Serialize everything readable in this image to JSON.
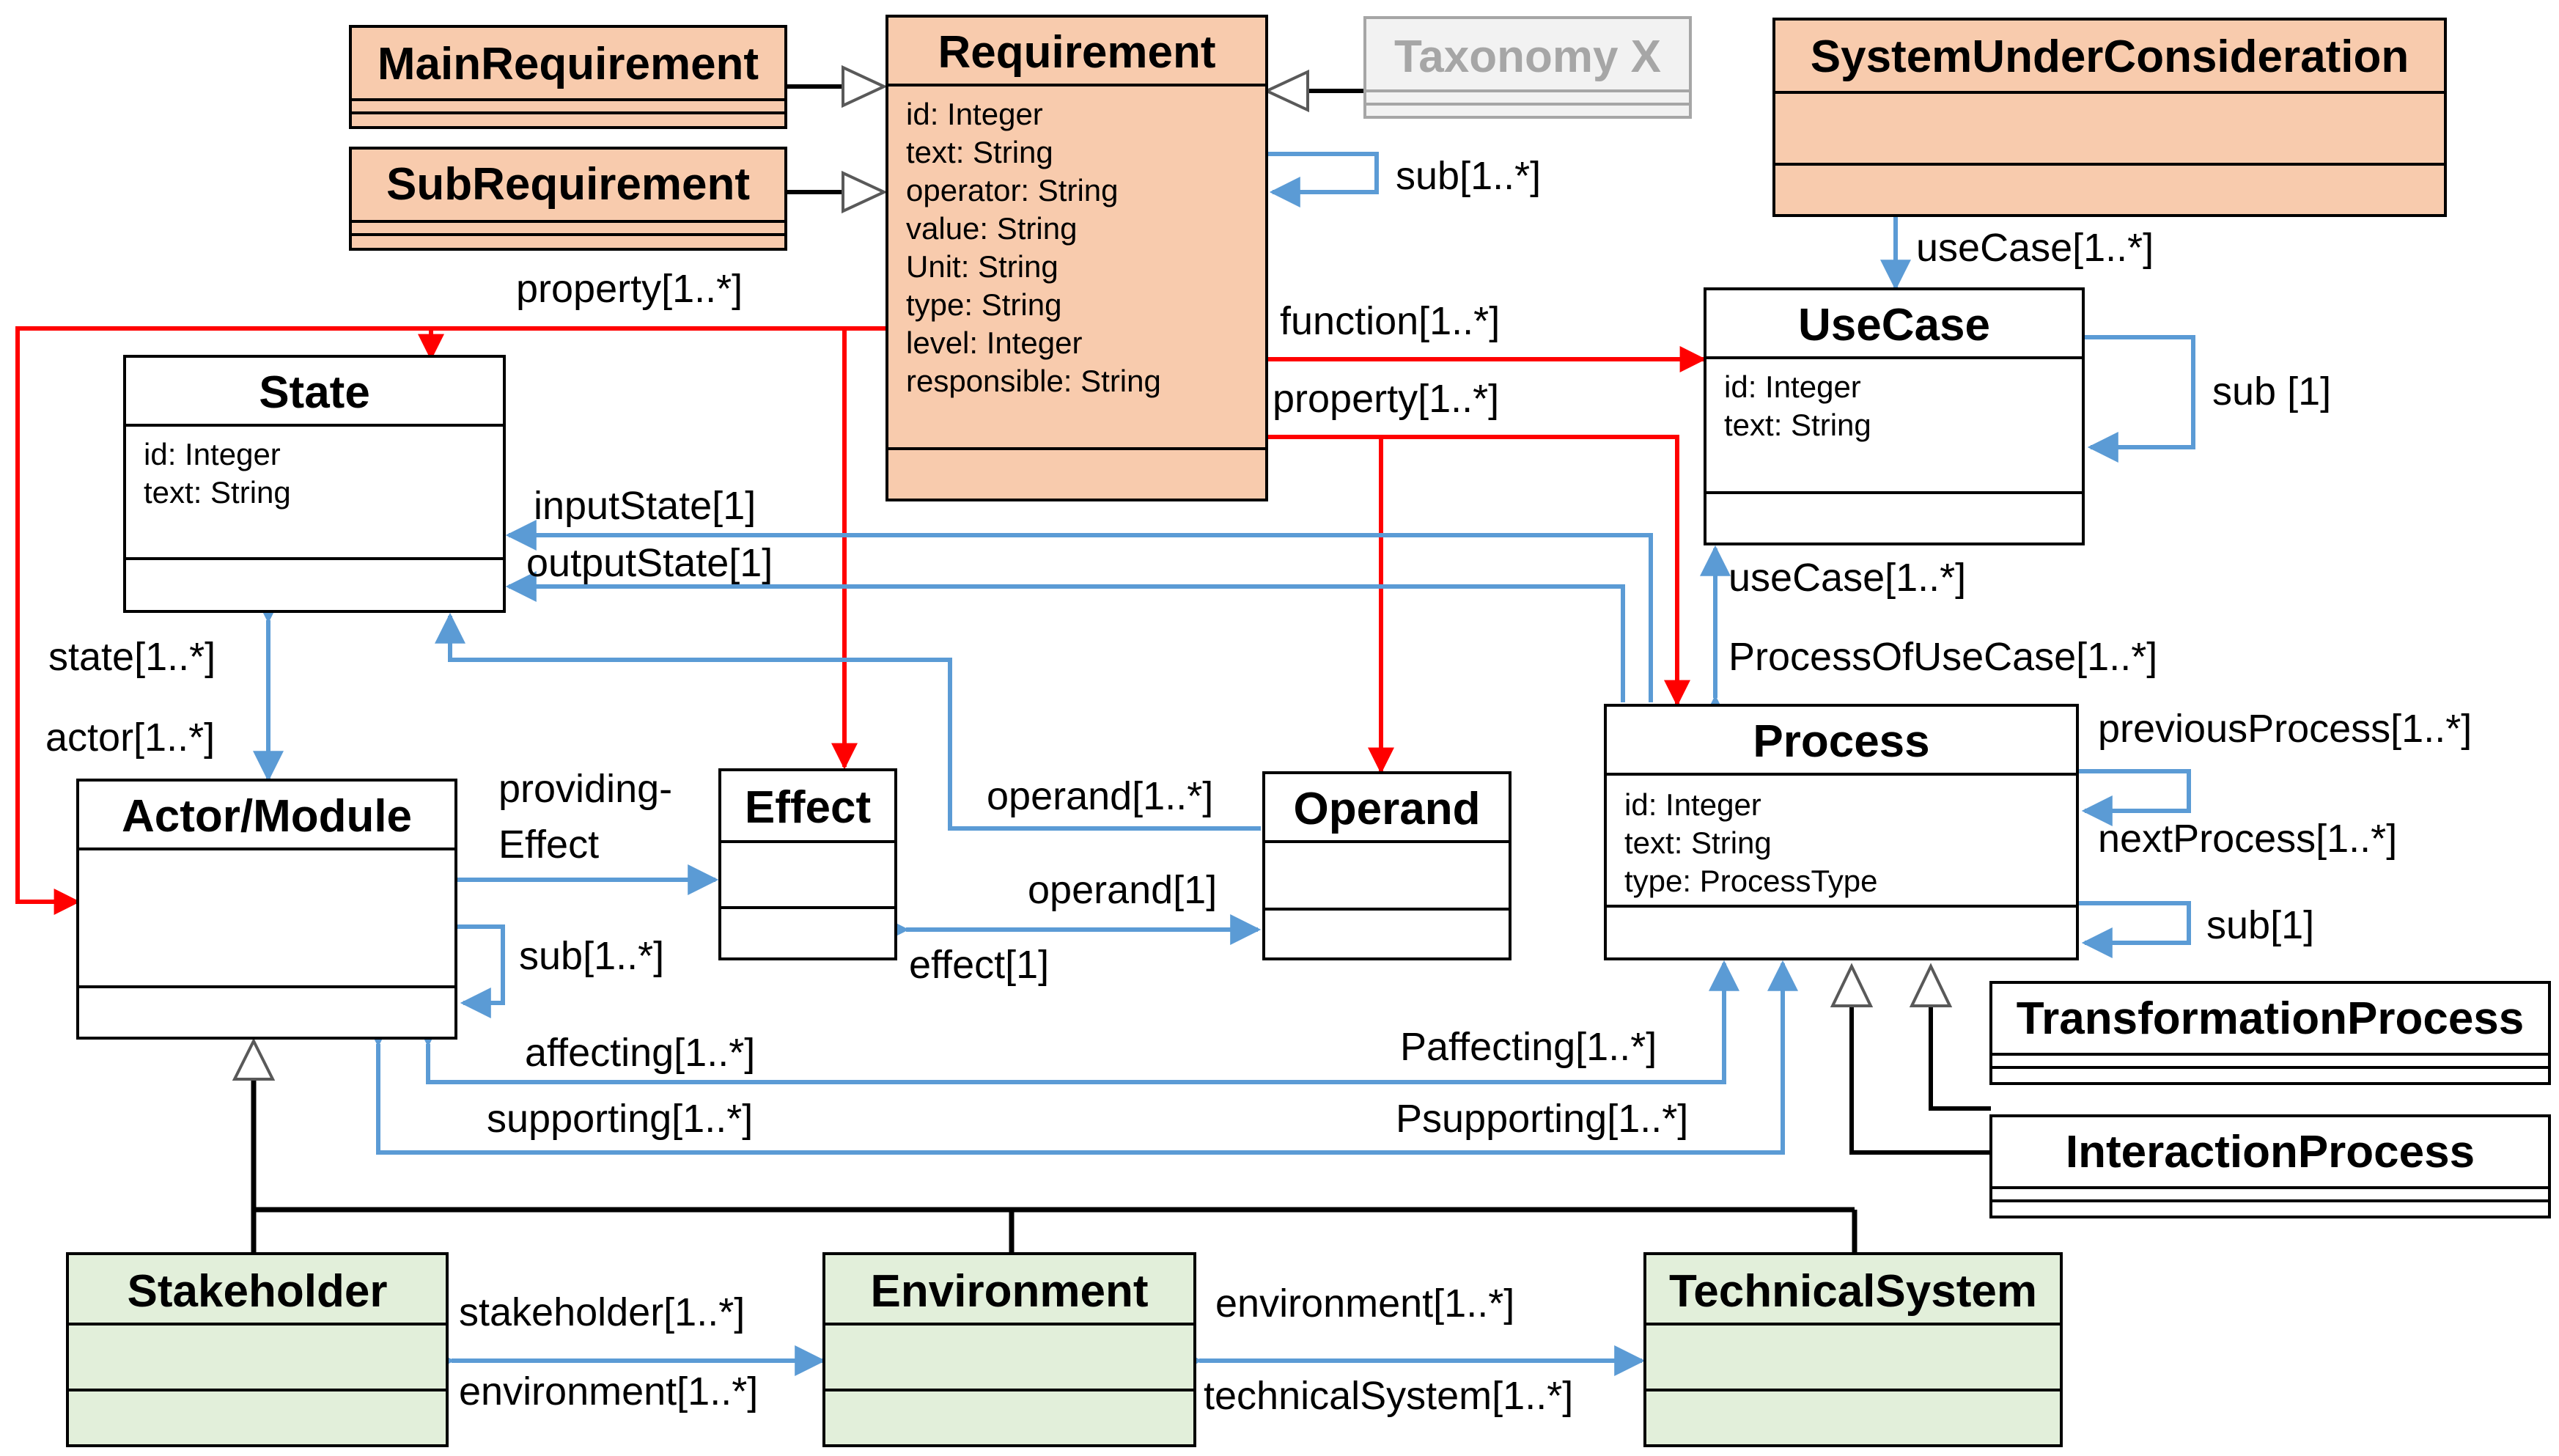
{
  "colors": {
    "requirement_fill": "#f8cbad",
    "actor_subclass_fill": "#e2efda",
    "taxonomy_fill": "#f2f2f2",
    "taxonomy_border": "#a6a6a6",
    "blue_assoc": "#5b9bd5",
    "red_assoc": "#ff0000",
    "inherit_line": "#000000"
  },
  "classes": {
    "main_requirement": {
      "name": "MainRequirement"
    },
    "sub_requirement": {
      "name": "SubRequirement"
    },
    "requirement": {
      "name": "Requirement",
      "attributes": [
        "id: Integer",
        "text: String",
        "operator: String",
        "value: String",
        "Unit: String",
        "type: String",
        "level: Integer",
        "responsible: String"
      ]
    },
    "taxonomy": {
      "name": "Taxonomy X"
    },
    "system_under_consideration": {
      "name": "SystemUnderConsideration"
    },
    "state": {
      "name": "State",
      "attributes": [
        "id: Integer",
        "text: String"
      ]
    },
    "use_case": {
      "name": "UseCase",
      "attributes": [
        "id: Integer",
        "text: String"
      ]
    },
    "actor_module": {
      "name": "Actor/Module"
    },
    "effect": {
      "name": "Effect"
    },
    "operand": {
      "name": "Operand"
    },
    "process": {
      "name": "Process",
      "attributes": [
        "id: Integer",
        "text: String",
        "type: ProcessType"
      ]
    },
    "transformation_process": {
      "name": "TransformationProcess"
    },
    "interaction_process": {
      "name": "InteractionProcess"
    },
    "stakeholder": {
      "name": "Stakeholder"
    },
    "environment": {
      "name": "Environment"
    },
    "technical_system": {
      "name": "TechnicalSystem"
    }
  },
  "labels": {
    "req_sub": "sub[1..*]",
    "req_property_left": "property[1..*]",
    "req_function": "function[1..*]",
    "req_property_right": "property[1..*]",
    "suc_use_case": "useCase[1..*]",
    "uc_sub": "sub [1]",
    "input_state": "inputState[1]",
    "output_state": "outputState[1]",
    "uc_use_case": "useCase[1..*]",
    "process_of_use_case": "ProcessOfUseCase[1..*]",
    "state_multi": "state[1..*]",
    "actor_multi": "actor[1..*]",
    "providing_effect_1": "providing-",
    "providing_effect_2": "Effect",
    "operand_multi": "operand[1..*]",
    "previous_process": "previousProcess[1..*]",
    "next_process": "nextProcess[1..*]",
    "operand_one": "operand[1]",
    "effect_one": "effect[1]",
    "process_sub": "sub[1]",
    "actor_sub": "sub[1..*]",
    "affecting": "affecting[1..*]",
    "p_affecting": "Paffecting[1..*]",
    "supporting": "supporting[1..*]",
    "p_supporting": "Psupporting[1..*]",
    "stakeholder_multi": "stakeholder[1..*]",
    "environment_left": "environment[1..*]",
    "environment_right": "environment[1..*]",
    "technical_system": "technicalSystem[1..*]"
  }
}
